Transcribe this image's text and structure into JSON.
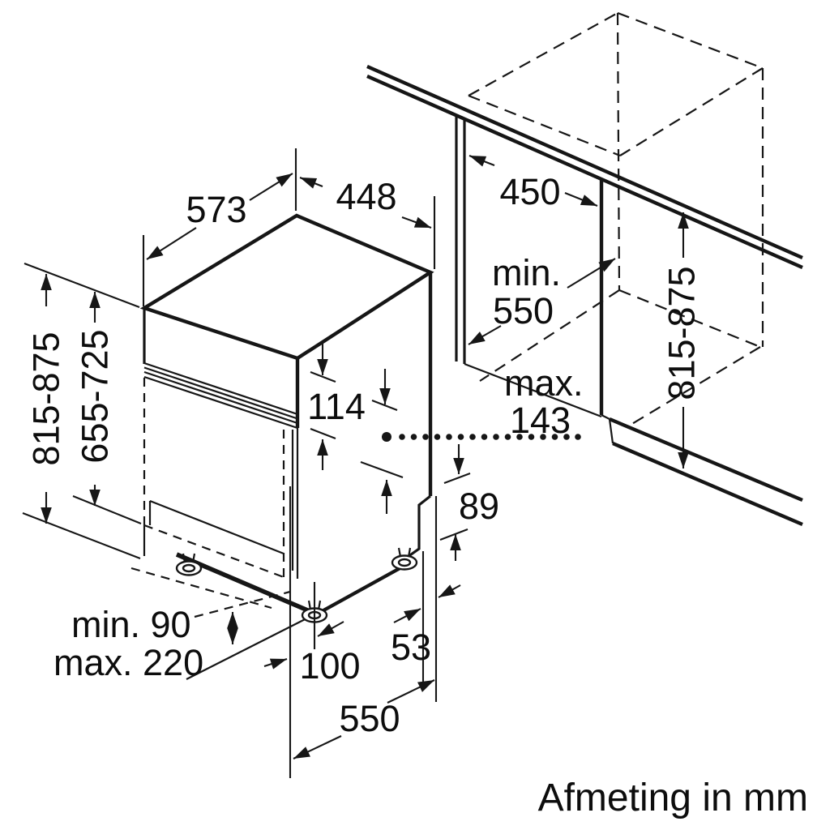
{
  "figure": {
    "type": "appliance-installation-diagram",
    "subject": "built-under dishwasher with niche",
    "caption": "Afmeting in mm",
    "line_color": "#161616",
    "background_color": "#ffffff"
  },
  "dimensions": {
    "top_width": "573",
    "panel_cutout_width": "448",
    "control_panel_height": "114",
    "appliance_height_range": "815-875",
    "furniture_door_height_range": "655-725",
    "niche_width": "450",
    "niche_depth_prefix": "min.",
    "niche_depth_value": "550",
    "door_clearance_prefix": "max.",
    "door_clearance_value": "143",
    "niche_height_range": "815-875",
    "base_rear_height": "89",
    "front_edge_offset": "53",
    "base_recess_depth": "100",
    "appliance_depth": "550",
    "plinth_height_min": "min. 90",
    "plinth_height_max": "max. 220"
  }
}
